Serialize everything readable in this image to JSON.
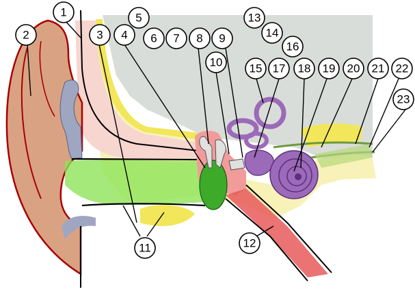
{
  "diagram": {
    "callouts": [
      {
        "id": 1,
        "label": "1"
      },
      {
        "id": 2,
        "label": "2"
      },
      {
        "id": 3,
        "label": "3"
      },
      {
        "id": 4,
        "label": "4"
      },
      {
        "id": 5,
        "label": "5"
      },
      {
        "id": 6,
        "label": "6"
      },
      {
        "id": 7,
        "label": "7"
      },
      {
        "id": 8,
        "label": "8"
      },
      {
        "id": 9,
        "label": "9"
      },
      {
        "id": 10,
        "label": "10"
      },
      {
        "id": 11,
        "label": "11"
      },
      {
        "id": 12,
        "label": "12"
      },
      {
        "id": 13,
        "label": "13"
      },
      {
        "id": 14,
        "label": "14"
      },
      {
        "id": 15,
        "label": "15"
      },
      {
        "id": 16,
        "label": "16"
      },
      {
        "id": 17,
        "label": "17"
      },
      {
        "id": 18,
        "label": "18"
      },
      {
        "id": 19,
        "label": "19"
      },
      {
        "id": 20,
        "label": "20"
      },
      {
        "id": 21,
        "label": "21"
      },
      {
        "id": 22,
        "label": "22"
      },
      {
        "id": 23,
        "label": "23"
      }
    ],
    "colors": {
      "skull_grey": "#d9ddd9",
      "pinna_skin": "#d9a383",
      "pinna_outline": "#a80000",
      "cartilage_grey": "#9fa6c2",
      "canal_skin": "#f6d6cf",
      "bone_yellow": "#f2e65a",
      "bone_light": "#f8f2b8",
      "canal_green": "#8fe35a",
      "eardrum_green": "#3daa2a",
      "middle_ear_red": "#f29b9b",
      "eustachian_red": "#e85a5a",
      "inner_ear_purple": "#9b6ab8",
      "inner_ear_outline": "#5a2e80",
      "nerve_green": "#b6d97a",
      "ossicle_grey": "#e0e0e0"
    }
  }
}
